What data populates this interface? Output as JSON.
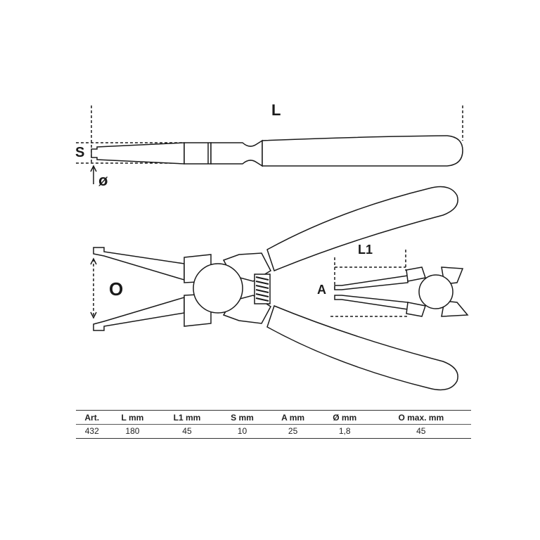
{
  "labels": {
    "L": "L",
    "S": "S",
    "diameter": "ø",
    "O": "O",
    "L1": "L1",
    "A": "A"
  },
  "table": {
    "headers": [
      "Art.",
      "L  mm",
      "L1  mm",
      "S  mm",
      "A  mm",
      "Ø  mm",
      "O  max. mm"
    ],
    "rows": [
      [
        "432",
        "180",
        "45",
        "10",
        "25",
        "1,8",
        "45"
      ]
    ]
  }
}
